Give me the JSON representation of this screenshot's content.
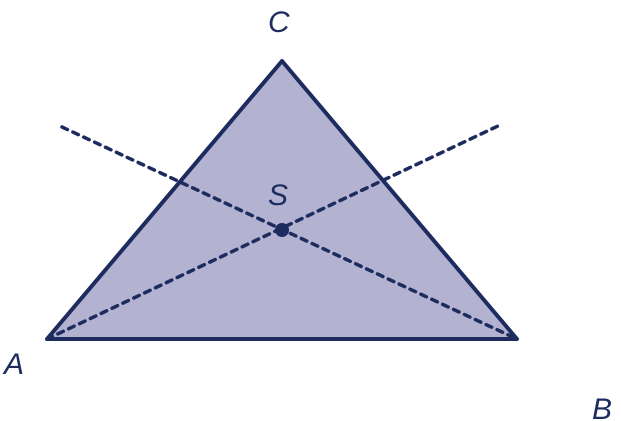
{
  "diagram": {
    "labels": {
      "a": "A",
      "b": "B",
      "c": "C",
      "s": "S"
    },
    "colors": {
      "stroke": "#1d2b5e",
      "fill": "#b3b3d1",
      "text": "#1d2b5e",
      "background": "#ffffff"
    }
  }
}
